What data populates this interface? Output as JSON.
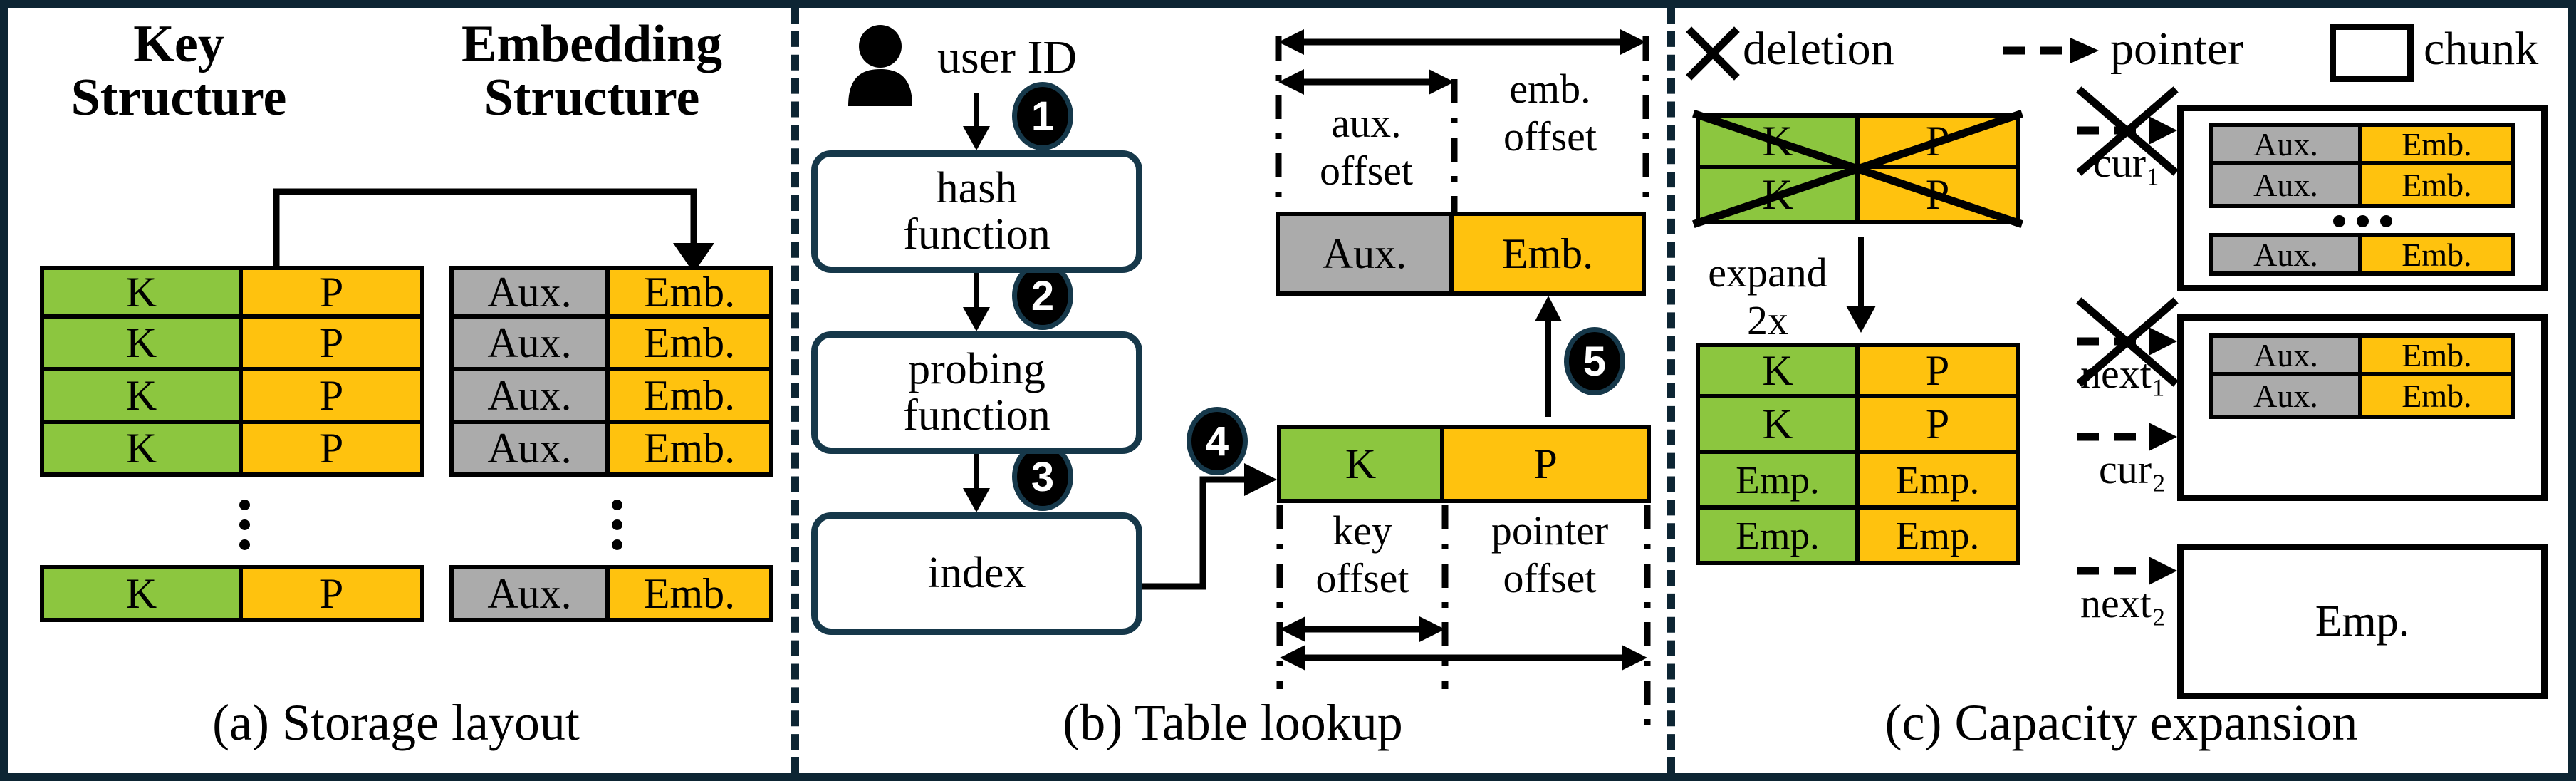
{
  "figure": {
    "panels": [
      {
        "id": "a",
        "caption": "(a) Storage layout",
        "headings": {
          "left": "Key\nStructure",
          "right": "Embedding\nStructure"
        },
        "key_structure": {
          "heading_line1": "Key",
          "heading_line2": "Structure",
          "rows": [
            {
              "key": "K",
              "ptr": "P"
            },
            {
              "key": "K",
              "ptr": "P"
            },
            {
              "key": "K",
              "ptr": "P"
            },
            {
              "key": "K",
              "ptr": "P"
            }
          ],
          "ellipsis": "⋮",
          "last_row": {
            "key": "K",
            "ptr": "P"
          }
        },
        "embedding_structure": {
          "heading_line1": "Embedding",
          "heading_line2": "Structure",
          "rows": [
            {
              "aux": "Aux.",
              "emb": "Emb."
            },
            {
              "aux": "Aux.",
              "emb": "Emb."
            },
            {
              "aux": "Aux.",
              "emb": "Emb."
            },
            {
              "aux": "Aux.",
              "emb": "Emb."
            }
          ],
          "ellipsis": "⋮",
          "last_row": {
            "aux": "Aux.",
            "emb": "Emb."
          }
        }
      },
      {
        "id": "b",
        "caption": "(b) Table lookup",
        "actor_label": "user ID",
        "actor_icon": "user-icon",
        "steps": [
          {
            "num": "1"
          },
          {
            "num": "2"
          },
          {
            "num": "3"
          },
          {
            "num": "4"
          },
          {
            "num": "5"
          }
        ],
        "process_boxes": [
          {
            "line1": "hash",
            "line2": "function"
          },
          {
            "line1": "probing",
            "line2": "function"
          },
          {
            "line1": "index",
            "line2": ""
          }
        ],
        "emb_record": {
          "aux": "Aux.",
          "emb": "Emb."
        },
        "emb_offsets": {
          "inner": "aux.\noffset",
          "outer": "emb.\noffset",
          "inner_l1": "aux.",
          "inner_l2": "offset",
          "outer_l1": "emb.",
          "outer_l2": "offset"
        },
        "key_record": {
          "key": "K",
          "ptr": "P"
        },
        "key_offsets": {
          "inner_l1": "key",
          "inner_l2": "offset",
          "outer_l1": "pointer",
          "outer_l2": "offset"
        }
      },
      {
        "id": "c",
        "caption": "(c) Capacity expansion",
        "legend": [
          {
            "icon": "x-mark-icon",
            "label": "deletion"
          },
          {
            "icon": "dashed-arrow-icon",
            "label": "pointer"
          },
          {
            "icon": "empty-box-icon",
            "label": "chunk"
          }
        ],
        "before_table": {
          "rows": [
            {
              "key": "K",
              "ptr": "P"
            },
            {
              "key": "K",
              "ptr": "P"
            }
          ],
          "deleted": true
        },
        "expand_label_l1": "expand",
        "expand_label_l2": "2x",
        "after_table": {
          "rows": [
            {
              "key": "K",
              "ptr": "P"
            },
            {
              "key": "K",
              "ptr": "P"
            },
            {
              "key": "Emp.",
              "ptr": "Emp."
            },
            {
              "key": "Emp.",
              "ptr": "Emp."
            }
          ]
        },
        "chunks": [
          {
            "pointer_label": "cur₁",
            "pointer_deleted": true,
            "rows": [
              {
                "aux": "Aux.",
                "emb": "Emb."
              },
              {
                "aux": "Aux.",
                "emb": "Emb."
              }
            ],
            "ellipsis": "...",
            "tail_row": {
              "aux": "Aux.",
              "emb": "Emb."
            }
          },
          {
            "pointer_label": "next₁",
            "pointer_deleted": true,
            "pointer_label2": "cur₂",
            "pointer2_deleted": false,
            "rows": [
              {
                "aux": "Aux.",
                "emb": "Emb."
              },
              {
                "aux": "Aux.",
                "emb": "Emb."
              }
            ]
          },
          {
            "pointer_label": "next₂",
            "pointer_deleted": false,
            "empty_label": "Emp."
          }
        ]
      }
    ],
    "colors": {
      "key_green": "#8cc63f",
      "pointer_orange": "#ffc20e",
      "aux_gray": "#ababab",
      "frame_navy": "#0d2533",
      "outline_black": "#000000"
    }
  }
}
